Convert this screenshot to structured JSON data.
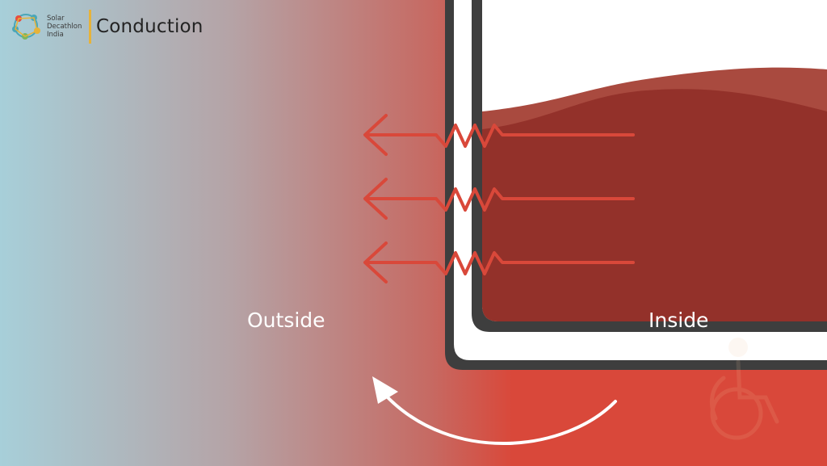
{
  "header": {
    "logo_lines": [
      "Solar",
      "Decathlon",
      "India"
    ],
    "title": "Conduction"
  },
  "labels": {
    "outside": "Outside",
    "inside": "Inside"
  },
  "colors": {
    "outside_cool": "#a7cfd9",
    "mid_neutral": "#b5a3a6",
    "outside_warm": "#d9483a",
    "inside_liquid": "#93312a",
    "inside_wave_light": "#a94a3f",
    "wall_dark": "#3e3e3e",
    "wall_gap": "#ffffff",
    "heat_arrow": "#d9483a",
    "divider_accent": "#e6b33a"
  },
  "diagram": {
    "heat_arrow_count": 3,
    "heat_flow_direction": "inside-to-outside",
    "circulation_arrow": "curved, right-to-left",
    "icons": [
      "solar-decathlon-logo-icon",
      "wheelchair-watermark-icon"
    ]
  }
}
